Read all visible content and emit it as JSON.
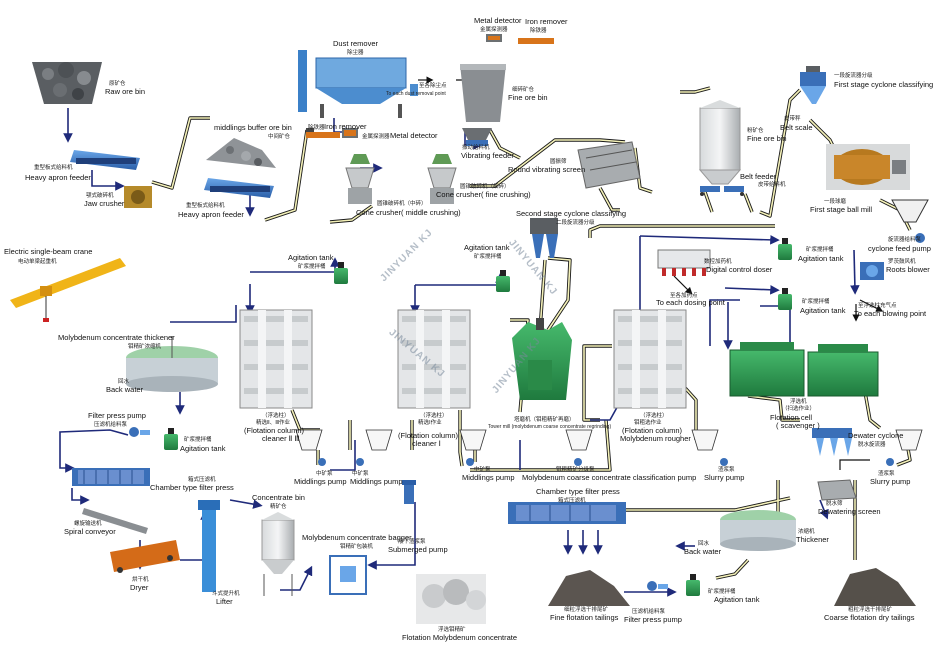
{
  "colors": {
    "pipe_outer": "#1a1a1a",
    "pipe_inner": "#f4f1b8",
    "navy_line": "#1f2a7a",
    "green_equipment": "#2f9a55",
    "blue_machine": "#3a6fb8",
    "grey_structure": "#bfc3c6",
    "rock": "#6b6b6b"
  },
  "labels": {
    "raw_ore_bin_cn": "原矿仓",
    "raw_ore_bin": "Raw ore bin",
    "heavy_apron_feeder_1_cn": "重型板式给料机",
    "heavy_apron_feeder_1": "Heavy apron feeder",
    "jaw_crusher_cn": "颚式破碎机",
    "jaw_crusher": "Jaw crusher",
    "middlings_buffer_ore_bin": "middlings buffer ore bin",
    "middlings_buffer_ore_bin_cn": "中间矿仓",
    "heavy_apron_feeder_2_cn": "重型板式给料机",
    "heavy_apron_feeder_2": "Heavy apron feeder",
    "dust_remover": "Dust remover",
    "dust_remover_cn": "除尘器",
    "dust_point_cn": "至各除尘点",
    "dust_point": "To each dust removal point",
    "iron_remover_1_cn": "除铁器",
    "iron_remover_1": "Iron remover",
    "metal_detector_1_cn": "金属探测器",
    "metal_detector_1": "Metal detector",
    "cone_middle_cn": "圆锥破碎机（中碎）",
    "cone_middle": "Cone crusher( middle crushing)",
    "cone_fine_cn": "圆锥破碎机（细碎）",
    "cone_fine": "Cone crusher( fine crushing)",
    "metal_detector_2": "Metal detector",
    "metal_detector_2_cn": "金属探测器",
    "iron_remover_2": "Iron remover",
    "iron_remover_2_cn": "除铁器",
    "fine_ore_bin_1_cn": "细碎矿仓",
    "fine_ore_bin_1": "Fine ore bin",
    "vibrating_feeder_cn": "振动给料机",
    "vibrating_feeder": "Vibrating feeder",
    "round_vibrating_screen_cn": "圆振筛",
    "round_vibrating_screen": "Round vibrating screen",
    "fine_ore_bin_2_cn": "粉矿仓",
    "fine_ore_bin_2": "Fine ore bin",
    "belt_feeder_cn": "皮带给料机",
    "belt_feeder": "Belt feeder",
    "first_cyclone_cn": "一段旋流器分级",
    "first_cyclone": "First stage cyclone classifying",
    "belt_scale_cn": "皮带秤",
    "belt_scale": "Belt scale",
    "first_ball_mill_cn": "一段球磨",
    "first_ball_mill": "First stage ball mill",
    "cyclone_feed_pump_cn": "旋流器给料泵",
    "cyclone_feed_pump": "cyclone feed pump",
    "second_cyclone": "Second stage cyclone classifying",
    "second_cyclone_cn": "二段旋流器分级",
    "electric_crane": "Electric single-beam crane",
    "electric_crane_cn": "电动单梁起重机",
    "agitation_tank_1": "Agitation tank",
    "agitation_tank_1_cn": "矿浆搅拌桶",
    "agitation_tank_2": "Agitation tank",
    "agitation_tank_2_cn": "矿浆搅拌桶",
    "digital_doser_cn": "数控加药机",
    "digital_doser": "Digital control doser",
    "dosing_point_cn": "至各加药点",
    "dosing_point": "To each dosing point",
    "agitation_tank_3_cn": "矿浆搅拌桶",
    "agitation_tank_3": "Agitation tank",
    "roots_blower_cn": "罗茨鼓风机",
    "roots_blower": "Roots blower",
    "blowing_point_cn": "至浮选柱充气点",
    "blowing_point": "To each blowing point",
    "agitation_tank_4_cn": "矿浆搅拌桶",
    "agitation_tank_4": "Agitation tank",
    "mo_thickener": "Molybdenum concentrate thickener",
    "mo_thickener_cn": "钼精矿浓缩机",
    "back_water_1_cn": "回水",
    "back_water_1": "Back water",
    "flot_col_cleaner23_cn": "（浮选柱）",
    "flot_col_cleaner23_cn2": "精选Ⅱ、Ⅲ作业",
    "flot_col_cleaner23": "(Flotation column)",
    "flot_col_cleaner23_2": "cleaner Ⅱ Ⅲ",
    "flot_col_cleaner1_cn": "（浮选柱）",
    "flot_col_cleaner1_cn2": "精选Ⅰ作业",
    "flot_col_cleaner1": "(Flotation column)",
    "flot_col_cleaner1_2": "cleaner Ⅰ",
    "tower_mill_cn": "塔磨机（钼粗精矿再磨）",
    "tower_mill": "Tower mill (molybdenum coarse concentrate regrinding)",
    "flot_col_rougher_cn": "（浮选柱）",
    "flot_col_rougher_cn2": "钼粗选作业",
    "flot_col_rougher": "(Flotation column)",
    "flot_col_rougher_2": "Molybdenum rougher",
    "flotation_cell_cn": "浮选机",
    "flotation_cell_cn2": "（扫选作业）",
    "flotation_cell": "Flotation cell",
    "flotation_cell_2": "( scavenger )",
    "filter_press_pump_1": "Filter press pump",
    "filter_press_pump_1_cn": "压滤机给料泵",
    "agitation_tank_5_cn": "矿浆搅拌桶",
    "agitation_tank_5": "Agitation tank",
    "middlings_pump_1_cn": "中矿泵",
    "middlings_pump_1": "Middlings pump",
    "middlings_pump_2_cn": "中矿泵",
    "middlings_pump_2": "Middlings pump",
    "middlings_pump_3_cn": "中矿泵",
    "middlings_pump_3": "Middlings pump",
    "mo_classification_pump_cn": "钼粗精矿分级泵",
    "mo_classification_pump": "Molybdenum coarse concentrate classification pump",
    "slurry_pump_1_cn": "渣浆泵",
    "slurry_pump_1": "Slurry pump",
    "dewater_cyclone": "Dewater cyclone",
    "dewater_cyclone_cn": "脱水旋流器",
    "slurry_pump_2_cn": "渣浆泵",
    "slurry_pump_2": "Slurry pump",
    "chamber_filter_1_cn": "箱式压滤机",
    "chamber_filter_1": "Chamber type filter press",
    "spiral_conveyor_cn": "螺旋输送机",
    "spiral_conveyor": "Spiral conveyor",
    "dryer_cn": "烘干机",
    "dryer": "Dryer",
    "concentrate_bin": "Concentrate bin",
    "concentrate_bin_cn": "精矿仓",
    "lifter_cn": "斗式提升机",
    "lifter": "Lifter",
    "mo_bagger": "Molybdenum concentrate bagger",
    "mo_bagger_cn": "钼精矿包装机",
    "submerged_pump_cn": "液下渣浆泵",
    "submerged_pump": "Submerged pump",
    "flotation_mo_concentrate_cn": "浮选钼精矿",
    "flotation_mo_concentrate": "Flotation Molybdenum concentrate",
    "chamber_filter_2": "Chamber type filter press",
    "chamber_filter_2_cn": "箱式压滤机",
    "fine_tailings_cn": "细粒浮选干排尾矿",
    "fine_tailings": "Fine flotation tailings",
    "filter_press_pump_2_cn": "压滤机给料泵",
    "filter_press_pump_2": "Filter press pump",
    "agitation_tank_6_cn": "矿浆搅拌桶",
    "agitation_tank_6": "Agitation tank",
    "back_water_2_cn": "回水",
    "back_water_2": "Back water",
    "thickener_cn": "浓缩机",
    "thickener": "Thickener",
    "dewatering_screen_cn": "脱水筛",
    "dewatering_screen": "Dewatering screen",
    "coarse_tailings_cn": "粗粒浮选干排尾矿",
    "coarse_tailings": "Coarse flotation dry tailings"
  },
  "watermark": "JINYUAN KJ"
}
